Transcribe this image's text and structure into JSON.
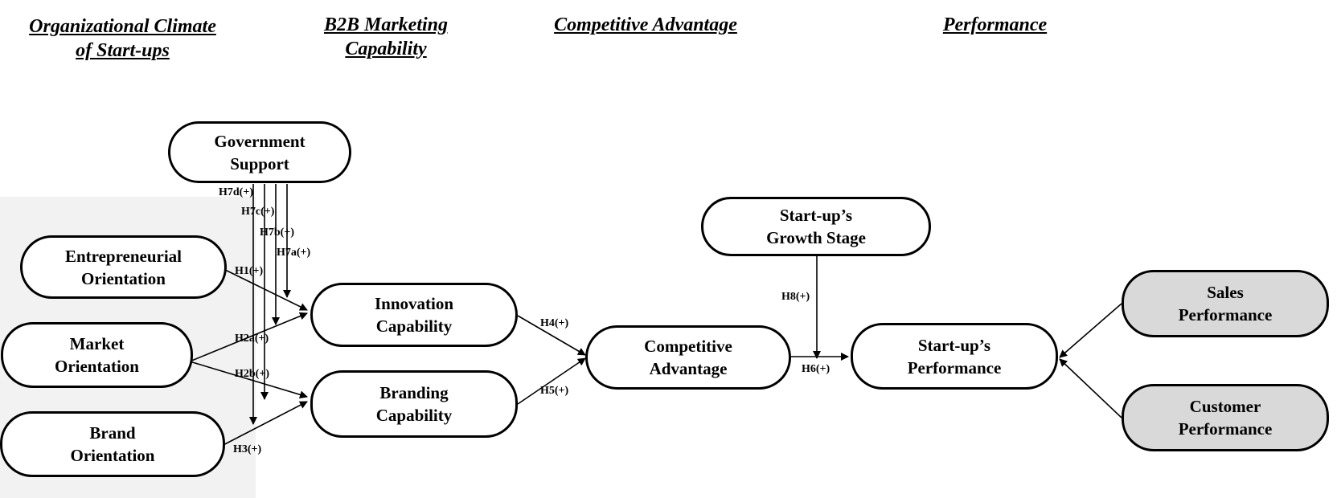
{
  "headers": {
    "climate": [
      "Organizational Climate",
      "of Start-ups"
    ],
    "b2b": [
      "B2B Marketing",
      "Capability"
    ],
    "advantage": [
      "Competitive Advantage"
    ],
    "performance": [
      "Performance"
    ]
  },
  "nodes": {
    "government": [
      "Government",
      "Support"
    ],
    "entrepreneurial": [
      "Entrepreneurial",
      "Orientation"
    ],
    "market": [
      "Market",
      "Orientation"
    ],
    "brand": [
      "Brand",
      "Orientation"
    ],
    "innovation": [
      "Innovation",
      "Capability"
    ],
    "branding": [
      "Branding",
      "Capability"
    ],
    "competitive": [
      "Competitive",
      "Advantage"
    ],
    "growth": [
      "Start-up’s",
      "Growth Stage"
    ],
    "startup_perf": [
      "Start-up’s",
      "Performance"
    ],
    "sales": [
      "Sales",
      "Performance"
    ],
    "customer": [
      "Customer",
      "Performance"
    ]
  },
  "hypotheses": {
    "h1": "H1(+)",
    "h2a": "H2a(+)",
    "h2b": "H2b(+)",
    "h3": "H3(+)",
    "h4": "H4(+)",
    "h5": "H5(+)",
    "h6": "H6(+)",
    "h7a": "H7a(+)",
    "h7b": "H7b(+)",
    "h7c": "H7c(+)",
    "h7d": "H7d(+)",
    "h8": "H8(+)"
  }
}
